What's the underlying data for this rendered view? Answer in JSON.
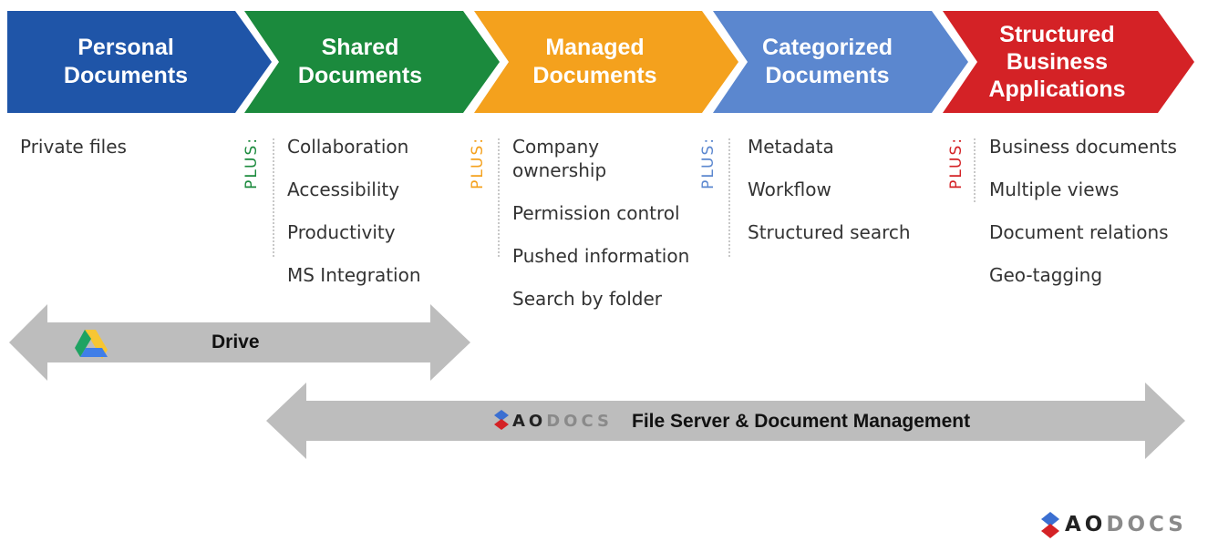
{
  "stages": [
    {
      "title_lines": [
        "Personal",
        "Documents"
      ],
      "color": "#1f55a8"
    },
    {
      "title_lines": [
        "Shared",
        "Documents"
      ],
      "color": "#1b8a3d"
    },
    {
      "title_lines": [
        "Managed",
        "Documents"
      ],
      "color": "#f4a11d"
    },
    {
      "title_lines": [
        "Categorized",
        "Documents"
      ],
      "color": "#5b87cf"
    },
    {
      "title_lines": [
        "Structured",
        "Business",
        "Applications"
      ],
      "color": "#d42226"
    }
  ],
  "columns": [
    {
      "items": [
        "Private files"
      ]
    },
    {
      "plus": "PLUS:",
      "plus_color": "#1b8a3d",
      "items": [
        "Collaboration",
        "Accessibility",
        "Productivity",
        "MS Integration"
      ]
    },
    {
      "plus": "PLUS:",
      "plus_color": "#f4a11d",
      "items": [
        "Company ownership",
        "Permission control",
        "Pushed information",
        "Search by folder"
      ]
    },
    {
      "plus": "PLUS:",
      "plus_color": "#5b87cf",
      "items": [
        "Metadata",
        "Workflow",
        "Structured search"
      ]
    },
    {
      "plus": "PLUS:",
      "plus_color": "#d42226",
      "items": [
        "Business documents",
        "Multiple views",
        "Document relations",
        "Geo-tagging"
      ]
    }
  ],
  "bands": {
    "drive": {
      "label": "Drive",
      "icon": "google-drive-icon"
    },
    "aodocs": {
      "label": "File Server & Document Management",
      "icon": "aodocs-logo",
      "logo_text": "AODOCS"
    }
  },
  "footer_logo": {
    "text": "AODOCS",
    "icon": "aodocs-logo"
  },
  "colors": {
    "band": "#bdbdbd",
    "text": "#333333"
  }
}
